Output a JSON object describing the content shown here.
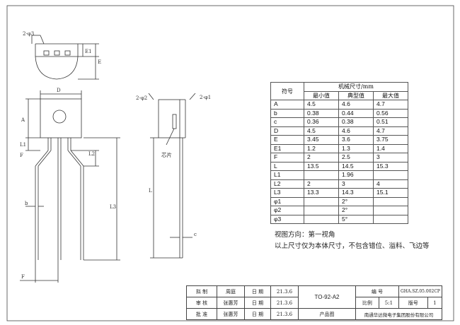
{
  "drawing": {
    "dim_2phi3": "2-φ3",
    "dim_E1": "E1",
    "dim_E": "E",
    "dim_D": "D",
    "dim_A": "A",
    "dim_L1": "L1",
    "dim_L2": "L2",
    "dim_F_side": "F",
    "dim_L3": "L3",
    "dim_b": "b",
    "dim_F_bottom": "F",
    "dim_2phi2": "2-φ2",
    "dim_2phi1": "2-φ1",
    "chip_label": "芯片",
    "dim_L": "L",
    "dim_c": "c"
  },
  "table": {
    "header_symbol": "符号",
    "header_group": "机械尺寸/mm",
    "header_min": "最小值",
    "header_typ": "典型值",
    "header_max": "最大值",
    "rows": [
      {
        "sym": "A",
        "min": "4.5",
        "typ": "4.6",
        "max": "4.7"
      },
      {
        "sym": "b",
        "min": "0.38",
        "typ": "0.44",
        "max": "0.56"
      },
      {
        "sym": "c",
        "min": "0.36",
        "typ": "0.38",
        "max": "0.51"
      },
      {
        "sym": "D",
        "min": "4.5",
        "typ": "4.6",
        "max": "4.7"
      },
      {
        "sym": "E",
        "min": "3.45",
        "typ": "3.6",
        "max": "3.75"
      },
      {
        "sym": "E1",
        "min": "1.2",
        "typ": "1.3",
        "max": "1.4"
      },
      {
        "sym": "F",
        "min": "2",
        "typ": "2.5",
        "max": "3"
      },
      {
        "sym": "L",
        "min": "13.5",
        "typ": "14.5",
        "max": "15.3"
      },
      {
        "sym": "L1",
        "min": "",
        "typ": "1.96",
        "max": ""
      },
      {
        "sym": "L2",
        "min": "2",
        "typ": "3",
        "max": "4"
      },
      {
        "sym": "L3",
        "min": "13.3",
        "typ": "14.3",
        "max": "15.1"
      },
      {
        "sym": "φ1",
        "min": "",
        "typ": "2°",
        "max": ""
      },
      {
        "sym": "φ2",
        "min": "",
        "typ": "2°",
        "max": ""
      },
      {
        "sym": "φ3",
        "min": "",
        "typ": "5°",
        "max": ""
      }
    ]
  },
  "notes": {
    "view": "视图方向：第一视角",
    "disclaimer": "以上尺寸仅为本体尺寸，不包含错位、溢料、飞边等"
  },
  "titleblock": {
    "drafted_label": "拟 制",
    "drafted_name": "周庭",
    "date_label": "日 期",
    "date1": "21.3.6",
    "review_label": "审 核",
    "review_name": "张惠芳",
    "date2": "21.3.6",
    "approve_label": "批 准",
    "approve_name": "张惠芳",
    "date3": "21.3.6",
    "part_name": "TO-92-A2",
    "drawing_type": "产品图",
    "code_label": "编 号",
    "code_value": "GHA.SZ.05.002CP",
    "scale_label": "比例",
    "scale_value": "5:1",
    "version_label": "版号",
    "version_value": "1",
    "company": "南通华达微电子集团股份有限公司"
  }
}
